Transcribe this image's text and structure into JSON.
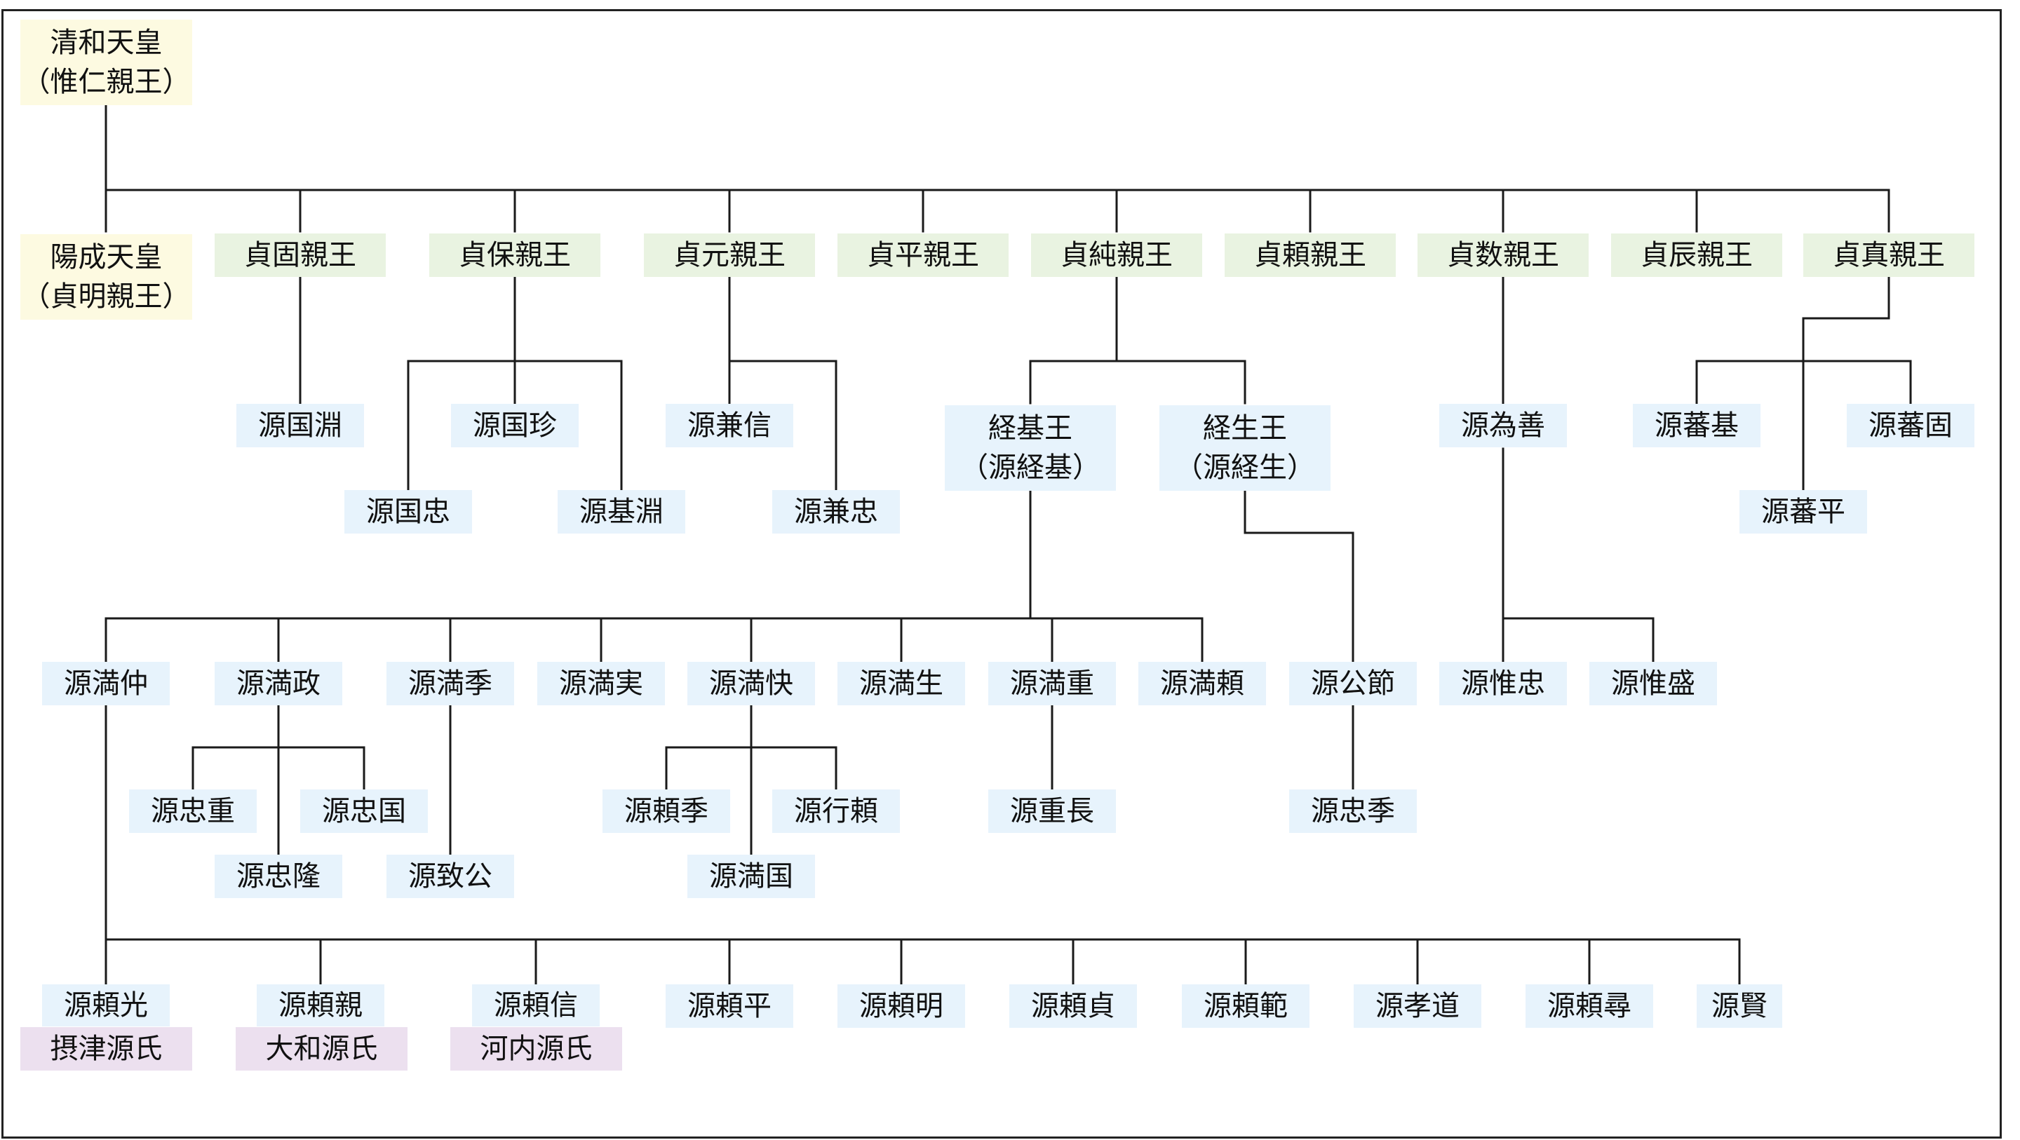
{
  "colors": {
    "emperor": "#fdfae1",
    "prince": "#e9f3e1",
    "minamoto": "#e7f3fc",
    "lineage": "#ece0ef",
    "line": "#1a1a1a"
  },
  "nodes": {
    "seiwa": [
      "清和天皇",
      "（惟仁親王）"
    ],
    "yozei": [
      "陽成天皇",
      "（貞明親王）"
    ],
    "p_sadakata": "貞固親王",
    "p_sadayasu": "貞保親王",
    "p_sadamoto": "貞元親王",
    "p_sadahira": "貞平親王",
    "p_sadazumi": "貞純親王",
    "p_sadayori": "貞頼親王",
    "p_sadakazu": "貞数親王",
    "p_sadatoki": "貞辰親王",
    "p_sadazane": "貞真親王",
    "kunibuchi": "源国淵",
    "kunitama": "源国珍",
    "kanenobu": "源兼信",
    "tsunemoto": [
      "経基王",
      "（源経基）"
    ],
    "tsuneo": [
      "経生王",
      "（源経生）"
    ],
    "tameyoshi": "源為善",
    "shigemoto": "源蕃基",
    "shigekata": "源蕃固",
    "kunitada": "源国忠",
    "motobuchi": "源基淵",
    "kanetada": "源兼忠",
    "shigehira": "源蕃平",
    "mitsunaka": "源満仲",
    "mitsumasa": "源満政",
    "mitsusue": "源満季",
    "mitsuzane": "源満実",
    "mitsuyoshi": "源満快",
    "mitsuo": "源満生",
    "mitsushige": "源満重",
    "mitsuyori": "源満頼",
    "kintoki": "源公節",
    "koretada": "源惟忠",
    "koremori": "源惟盛",
    "tadashige": "源忠重",
    "tadakuni": "源忠国",
    "tadataka": "源忠隆",
    "munekimi": "源致公",
    "yorisue": "源頼季",
    "yukiyori": "源行頼",
    "mitsukuni": "源満国",
    "shigenaga": "源重長",
    "tadasue": "源忠季",
    "yorimitsu": "源頼光",
    "yorichika": "源頼親",
    "yorinobu": "源頼信",
    "yorihira": "源頼平",
    "yoriakira": "源頼明",
    "yorisada": "源頼貞",
    "yorinori": "源頼範",
    "takamichi": "源孝道",
    "yorihiro": "源頼尋",
    "masaru": "源賢",
    "settsu": "摂津源氏",
    "yamato": "大和源氏",
    "kawachi": "河内源氏"
  }
}
